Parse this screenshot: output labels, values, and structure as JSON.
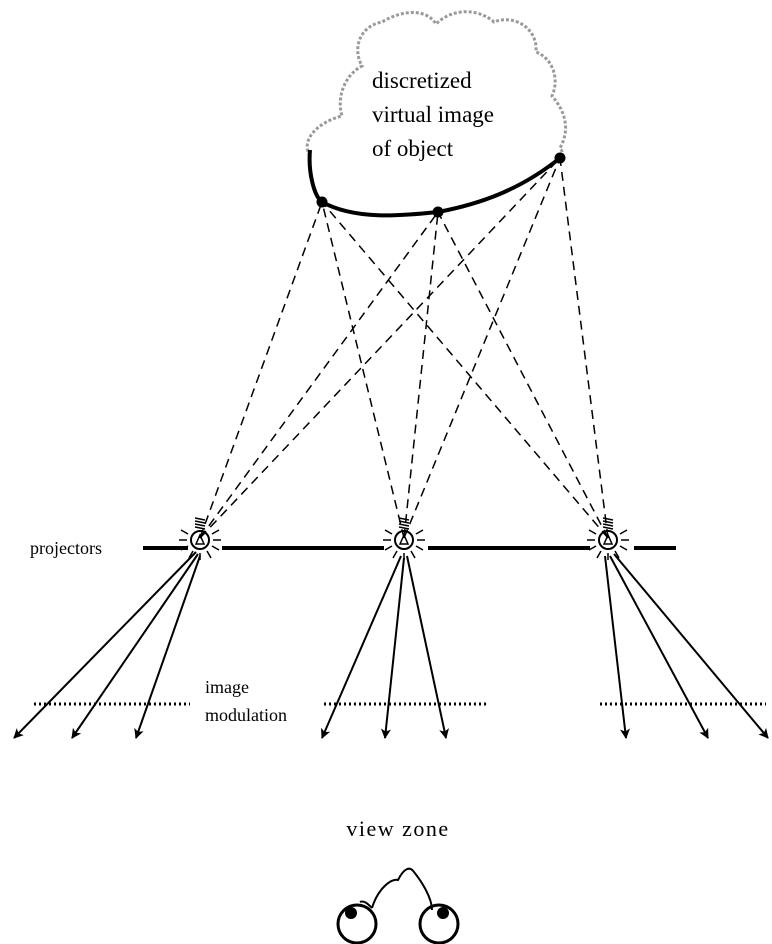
{
  "labels": {
    "object_line1": "discretized",
    "object_line2": "virtual image",
    "object_line3": "of object",
    "projectors": "projectors",
    "modulation_line1": "image",
    "modulation_line2": "modulation",
    "view_zone": "view zone"
  },
  "icons": {
    "projector": "light-bulb-icon",
    "viewer": "eyes-icon"
  },
  "colors": {
    "ink": "#000000",
    "cloud_outline": "#9a9a9a",
    "background": "#ffffff"
  }
}
